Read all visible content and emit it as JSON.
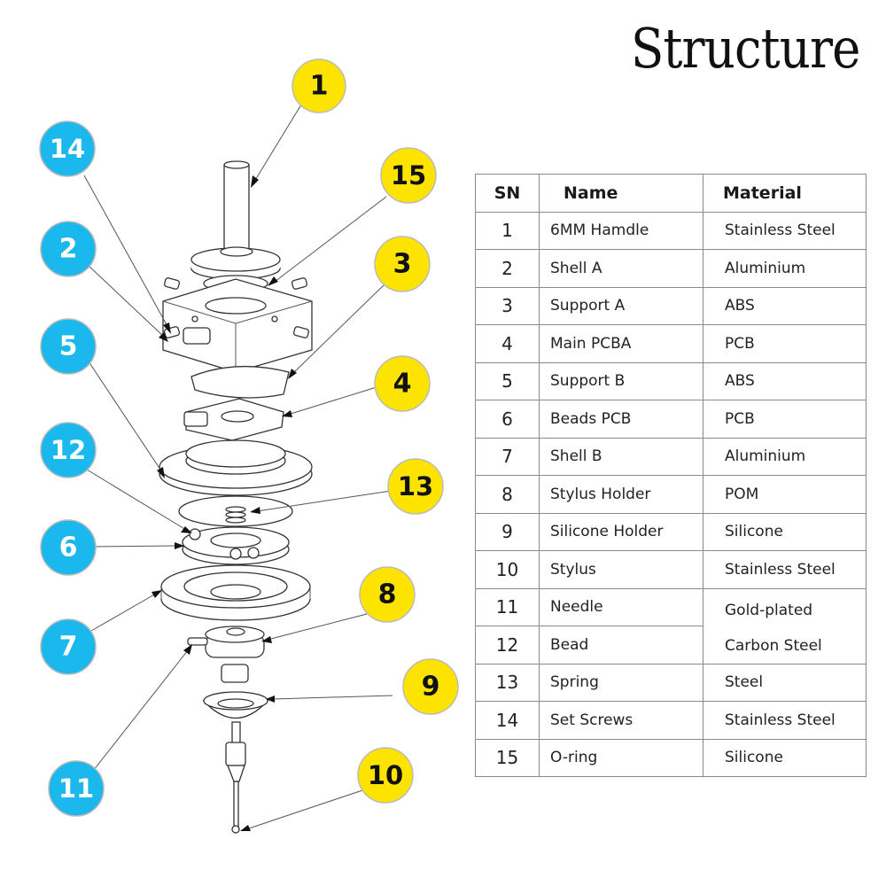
{
  "title": "Structure",
  "table": {
    "headers": {
      "sn": "SN",
      "name": "Name",
      "material": "Material"
    },
    "rows": [
      {
        "sn": "1",
        "name": "6MM Hamdle",
        "material": "Stainless Steel"
      },
      {
        "sn": "2",
        "name": "Shell A",
        "material": "Aluminium"
      },
      {
        "sn": "3",
        "name": "Support A",
        "material": "ABS"
      },
      {
        "sn": "4",
        "name": "Main PCBA",
        "material": "PCB"
      },
      {
        "sn": "5",
        "name": "Support B",
        "material": "ABS"
      },
      {
        "sn": "6",
        "name": "Beads PCB",
        "material": "PCB"
      },
      {
        "sn": "7",
        "name": "Shell B",
        "material": "Aluminium"
      },
      {
        "sn": "8",
        "name": "Stylus Holder",
        "material": "POM"
      },
      {
        "sn": "9",
        "name": "Silicone Holder",
        "material": "Silicone"
      },
      {
        "sn": "10",
        "name": "Stylus",
        "material": "Stainless Steel"
      },
      {
        "sn": "11",
        "name": "Needle",
        "material": "Gold-plated Carbon Steel"
      },
      {
        "sn": "12",
        "name": "Bead",
        "material": ""
      },
      {
        "sn": "13",
        "name": "Spring",
        "material": "Steel"
      },
      {
        "sn": "14",
        "name": "Set Screws",
        "material": "Stainless Steel"
      },
      {
        "sn": "15",
        "name": "O-ring",
        "material": "Silicone"
      }
    ],
    "merged_material_11_12": [
      "Gold-plated",
      "Carbon Steel"
    ]
  },
  "callouts": [
    {
      "label": "1",
      "color": "yellow"
    },
    {
      "label": "14",
      "color": "blue"
    },
    {
      "label": "15",
      "color": "yellow"
    },
    {
      "label": "2",
      "color": "blue"
    },
    {
      "label": "3",
      "color": "yellow"
    },
    {
      "label": "5",
      "color": "blue"
    },
    {
      "label": "4",
      "color": "yellow"
    },
    {
      "label": "12",
      "color": "blue"
    },
    {
      "label": "13",
      "color": "yellow"
    },
    {
      "label": "6",
      "color": "blue"
    },
    {
      "label": "8",
      "color": "yellow"
    },
    {
      "label": "7",
      "color": "blue"
    },
    {
      "label": "9",
      "color": "yellow"
    },
    {
      "label": "11",
      "color": "blue"
    },
    {
      "label": "10",
      "color": "yellow"
    }
  ],
  "colors": {
    "blue": "#1ab8ec",
    "yellow": "#fce300",
    "blue_text": "#ffffff",
    "yellow_text": "#111111"
  }
}
